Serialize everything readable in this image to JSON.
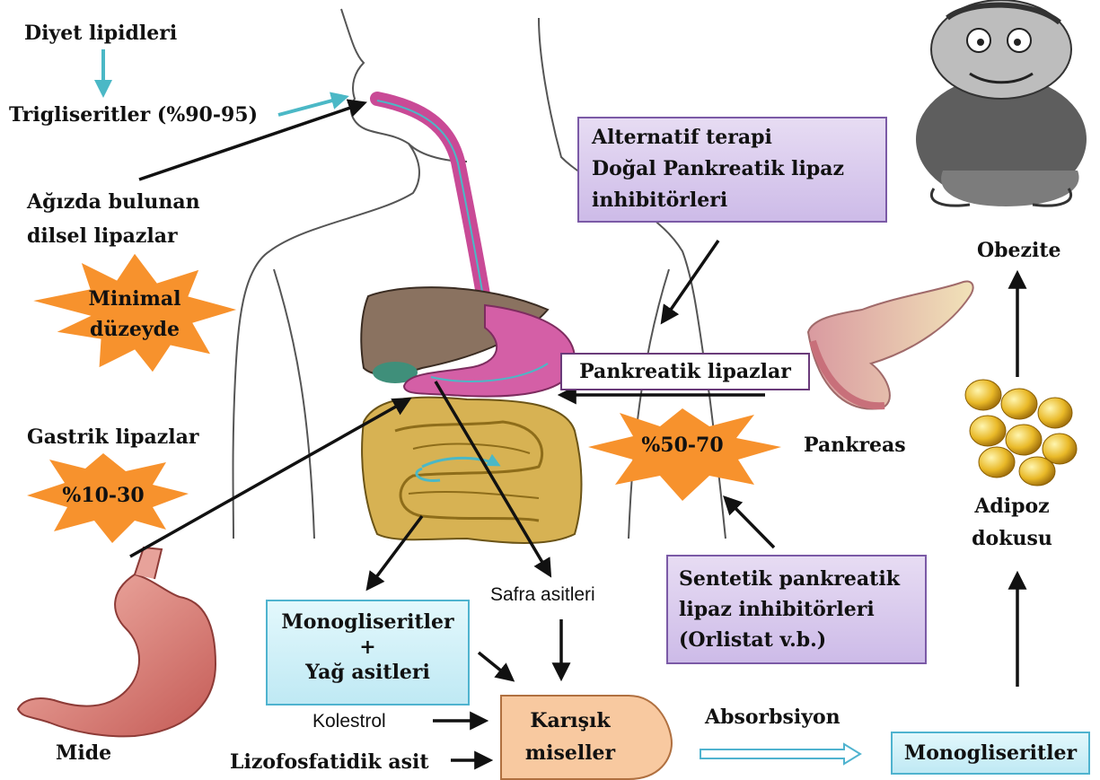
{
  "labels": {
    "diyet": "Diyet lipidleri",
    "trigliseritler": "Trigliseritler (%90-95)",
    "agizda_line1": "Ağızda bulunan",
    "agizda_line2": "dilsel lipazlar",
    "minimal_line1": "Minimal",
    "minimal_line2": "düzeyde",
    "gastrik": "Gastrik lipazlar",
    "gastrik_pct": "%10-30",
    "mide": "Mide",
    "alternatif_line1": "Alternatif terapi",
    "alternatif_line2": "Doğal Pankreatik lipaz",
    "alternatif_line3": "inhibitörleri",
    "pankreatik": "Pankreatik lipazlar",
    "pankreatik_pct": "%50-70",
    "pankreas": "Pankreas",
    "obezite": "Obezite",
    "adipoz_line1": "Adipoz",
    "adipoz_line2": "dokusu",
    "sentetik_line1": "Sentetik pankreatik",
    "sentetik_line2": "lipaz inhibitörleri",
    "sentetik_line3": "(Orlistat v.b.)",
    "safra": "Safra asitleri",
    "mono_line1": "Monogliseritler",
    "mono_plus": "+",
    "mono_line3": "Yağ asitleri",
    "kolestrol": "Kolestrol",
    "lizofosfatidik": "Lizofosfatidik asit",
    "karisik_line1": "Karışık",
    "karisik_line2": "miseller",
    "absorbsiyon": "Absorbsiyon",
    "monogliseritler_final": "Monogliseritler"
  },
  "colors": {
    "burst_orange": "#f7922d",
    "purple_box": "#d9cbee",
    "cyan_box": "#cdeef7",
    "peach_shape": "#f8c9a0",
    "liver": "#8a7260",
    "stomach": "#d45fa6",
    "intestine": "#d7b253",
    "esophagus": "#c94a96",
    "teal_arrow": "#4bb8c6"
  }
}
